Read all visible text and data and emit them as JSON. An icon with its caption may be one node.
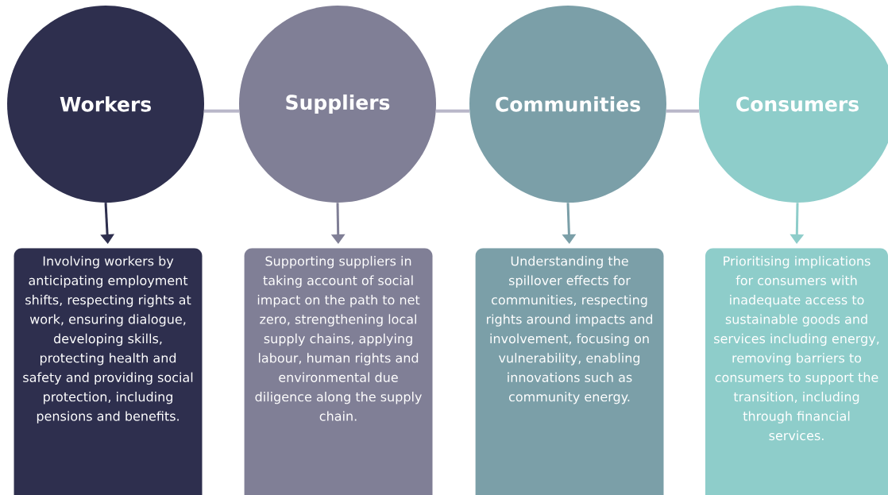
{
  "diagram": {
    "nodes": [
      {
        "text": [
          "Workers"
        ]
      },
      {
        "text": [
          "Suppliers"
        ]
      },
      {
        "text": [
          "Communities"
        ]
      },
      {
        "text": [
          "Consumers"
        ]
      },
      {
        "text": [
          "Involving workers by anticipating employment shifts, respecting rights at work, ensuring dialogue, developing skills, protecting health and safety and providing social protection, including pensions and benefits."
        ]
      },
      {
        "text": [
          "Supporting suppliers in taking account of social impact on the path to net zero, strengthening local supply chains, applying labour, human rights and environmental due diligence along the supply chain."
        ]
      },
      {
        "text": [
          "Understanding the spillover effects for communities, respecting rights around impacts and involvement, focusing on vulnerability, enabling innovations such as community energy."
        ]
      },
      {
        "text": [
          "Prioritising implications for consumers with inadequate access to sustainable goods and services including energy, removing barriers to consumers to support the transition, including through financial services."
        ]
      }
    ],
    "edges": [
      {
        "from": 0,
        "to": 1,
        "arrow": "none",
        "color": "#b9b7c9"
      },
      {
        "from": 1,
        "to": 2,
        "arrow": "none",
        "color": "#b9b7c9"
      },
      {
        "from": 2,
        "to": 3,
        "arrow": "none",
        "color": "#b9b7c9"
      },
      {
        "from": 0,
        "to": 4,
        "arrow": "to",
        "color": "#2e2f4e"
      },
      {
        "from": 1,
        "to": 5,
        "arrow": "to",
        "color": "#807f96"
      },
      {
        "from": 2,
        "to": 6,
        "arrow": "to",
        "color": "#7b9fa8"
      },
      {
        "from": 3,
        "to": 7,
        "arrow": "to",
        "color": "#8ecdca"
      }
    ]
  }
}
